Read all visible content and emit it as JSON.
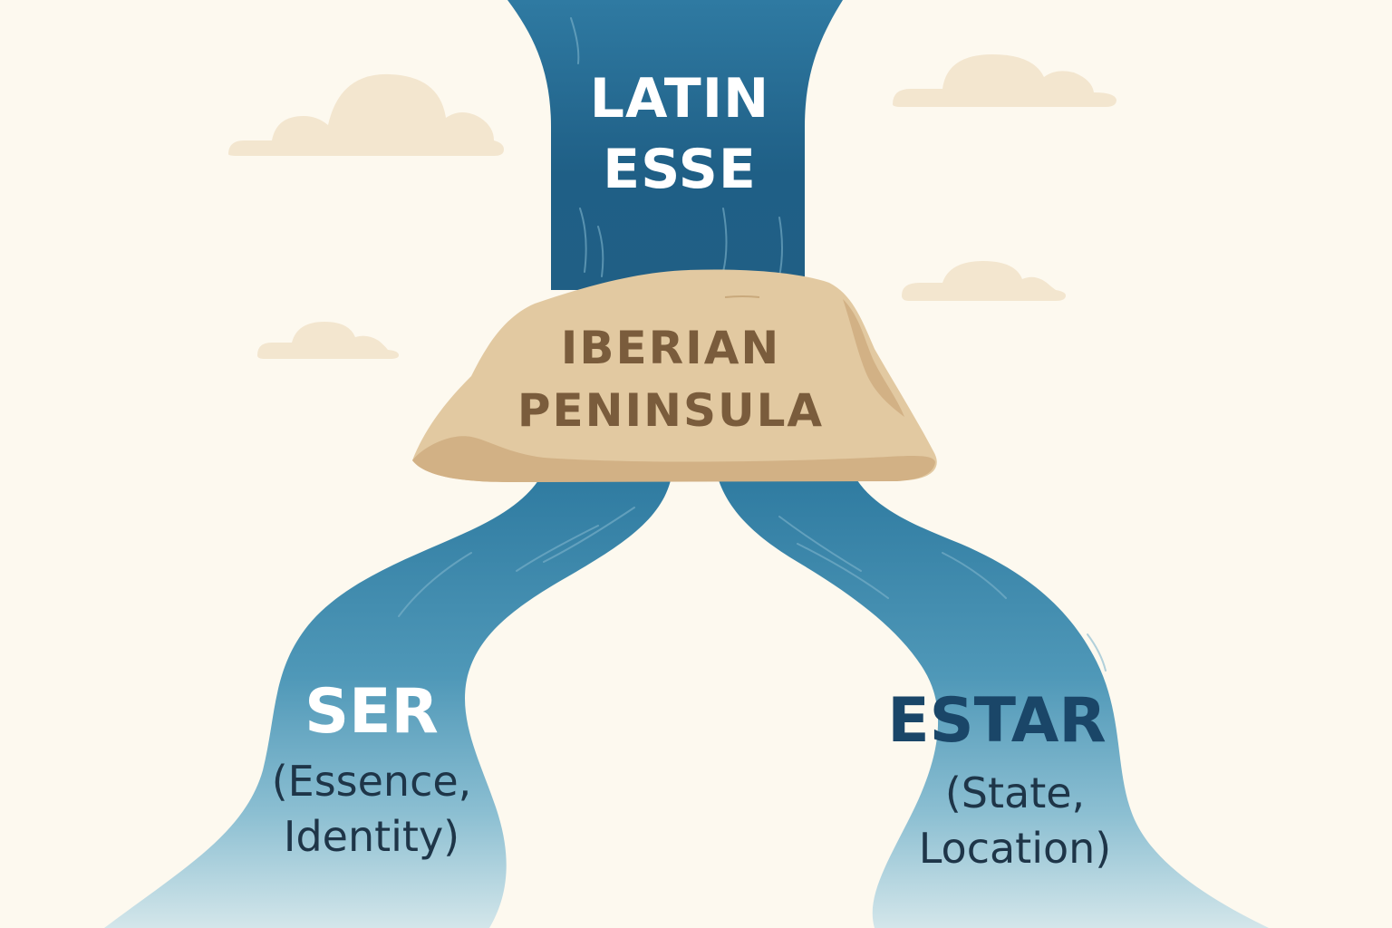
{
  "source": {
    "line1": "LATIN",
    "line2": "ESSE"
  },
  "rock": {
    "line1": "IBERIAN",
    "line2": "PENINSULA"
  },
  "branches": {
    "ser": {
      "name": "SER",
      "desc_line1": "(Essence,",
      "desc_line2": "Identity)"
    },
    "estar": {
      "name": "ESTAR",
      "desc_line1": "(State,",
      "desc_line2": "Location)"
    }
  },
  "colors": {
    "background": "#fdf9ef",
    "river_dark": "#1f5f86",
    "river_mid": "#3f8eb0",
    "river_light": "#bfdce6",
    "rock": "#e2c9a1",
    "rock_text": "#7a5c3c",
    "cloud": "#f3e6cf",
    "dark_text": "#1e3548"
  }
}
